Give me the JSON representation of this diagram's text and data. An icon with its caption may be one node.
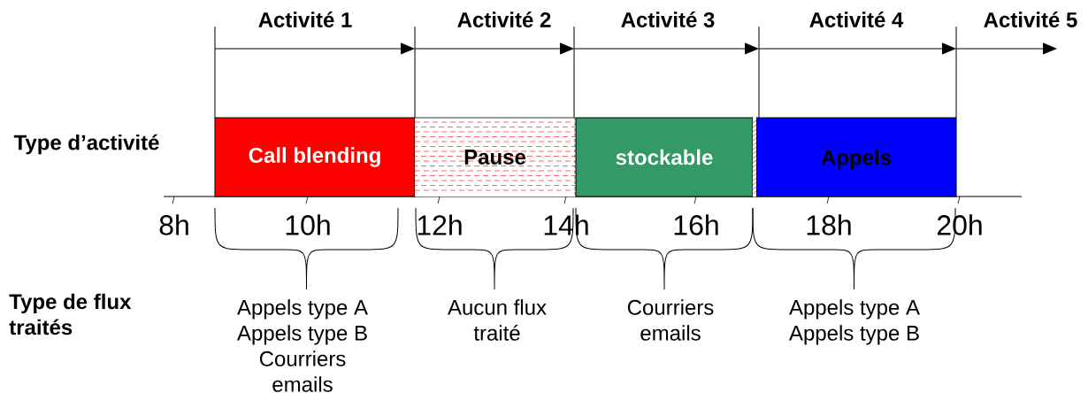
{
  "diagram": {
    "nodes": [
      {
        "text": [
          "Call blending"
        ]
      },
      {
        "text": [
          "Pause"
        ]
      },
      {
        "text": [
          "stockable"
        ]
      },
      {
        "text": [
          "Appels"
        ]
      }
    ],
    "labels": [
      "Activité 1",
      "Activité 2",
      "Activité 3",
      "Activité 4",
      "Activité 5",
      "Type d’activité",
      "8h",
      "10h",
      "12h",
      "14h",
      "16h",
      "18h",
      "20h",
      "Type de flux traités",
      "Appels type A Appels type B Courriers emails",
      "Aucun flux traité",
      "Courriers emails",
      "Appels type A Appels type B"
    ]
  }
}
